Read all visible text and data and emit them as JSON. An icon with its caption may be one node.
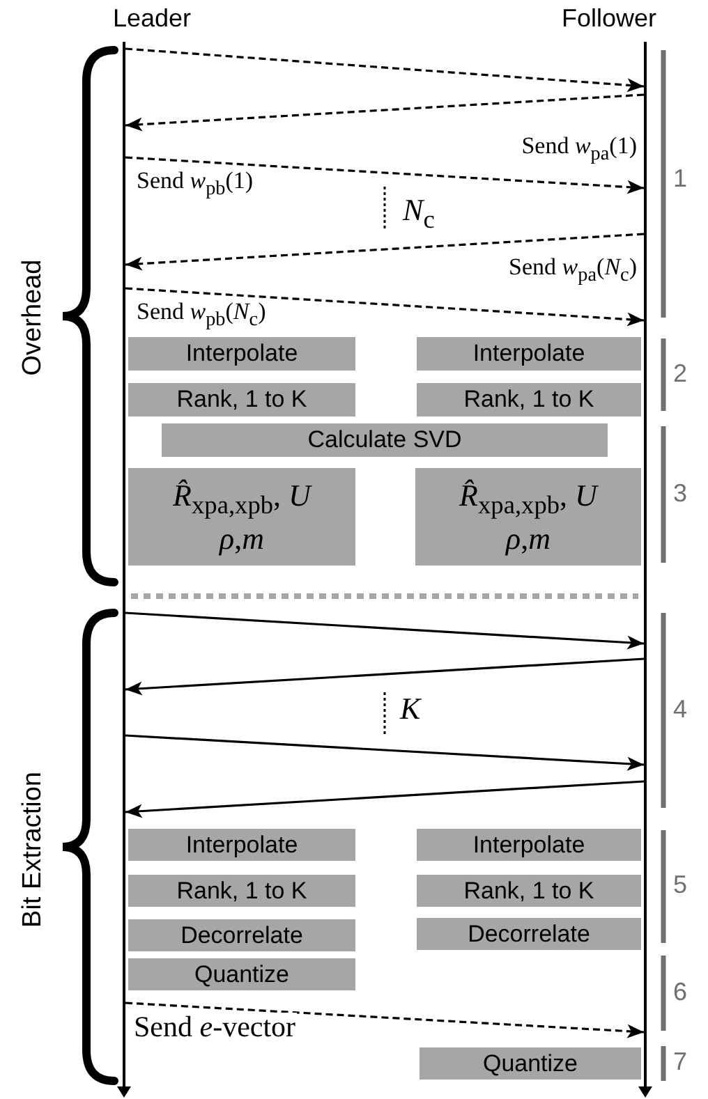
{
  "diagram": {
    "nodes": [
      {
        "text": [
          "Leader"
        ]
      },
      {
        "text": [
          "Follower"
        ]
      },
      {
        "text": [
          "Interpolate"
        ]
      },
      {
        "text": [
          "Interpolate"
        ]
      },
      {
        "text": [
          "Rank, 1 to K"
        ]
      },
      {
        "text": [
          "Rank, 1 to K"
        ]
      },
      {
        "text": [
          "Calculate SVD"
        ]
      },
      {
        "text": [
          "*R̂*$_{xpa,xpb}$, *U* *ρ*,*m*"
        ]
      },
      {
        "text": [
          "*R̂*$_{xpa,xpb}$, *U* *ρ*,*m*"
        ]
      },
      {
        "text": [
          "Interpolate"
        ]
      },
      {
        "text": [
          "Interpolate"
        ]
      },
      {
        "text": [
          "Rank, 1 to K"
        ]
      },
      {
        "text": [
          "Rank, 1 to K"
        ]
      },
      {
        "text": [
          "Decorrelate"
        ]
      },
      {
        "text": [
          "Decorrelate"
        ]
      },
      {
        "text": [
          "Quantize"
        ]
      },
      {
        "text": [
          "Quantize"
        ]
      }
    ],
    "edges": [
      {
        "from": 0,
        "to": 1,
        "arrow": "to",
        "style": "dashed"
      },
      {
        "from": 1,
        "to": 0,
        "arrow": "to",
        "style": "dashed",
        "label": "Send *w*$_{pa}$(1)"
      },
      {
        "from": 0,
        "to": 1,
        "arrow": "to",
        "style": "dashed",
        "label": "Send *w*$_{pb}$(1)"
      },
      {
        "from": 1,
        "to": 0,
        "arrow": "to",
        "style": "dashed",
        "label": "Send *w*$_{pa}$(*N*$_{c}$)"
      },
      {
        "from": 0,
        "to": 1,
        "arrow": "to",
        "style": "dashed",
        "label": "Send *w*$_{pb}$(*N*$_{c}$)"
      },
      {
        "from": 0,
        "to": 1,
        "arrow": "to"
      },
      {
        "from": 1,
        "to": 0,
        "arrow": "to"
      },
      {
        "from": 0,
        "to": 1,
        "arrow": "to"
      },
      {
        "from": 1,
        "to": 0,
        "arrow": "to"
      },
      {
        "from": 0,
        "to": 1,
        "arrow": "to",
        "style": "dashed",
        "label": "Send *e*-vector"
      }
    ],
    "labels": [
      "Overhead",
      "1",
      "*N*$_{c}$",
      "2",
      "3",
      "Bit Extraction",
      "4",
      "*K*",
      "5",
      "6",
      "7"
    ]
  }
}
